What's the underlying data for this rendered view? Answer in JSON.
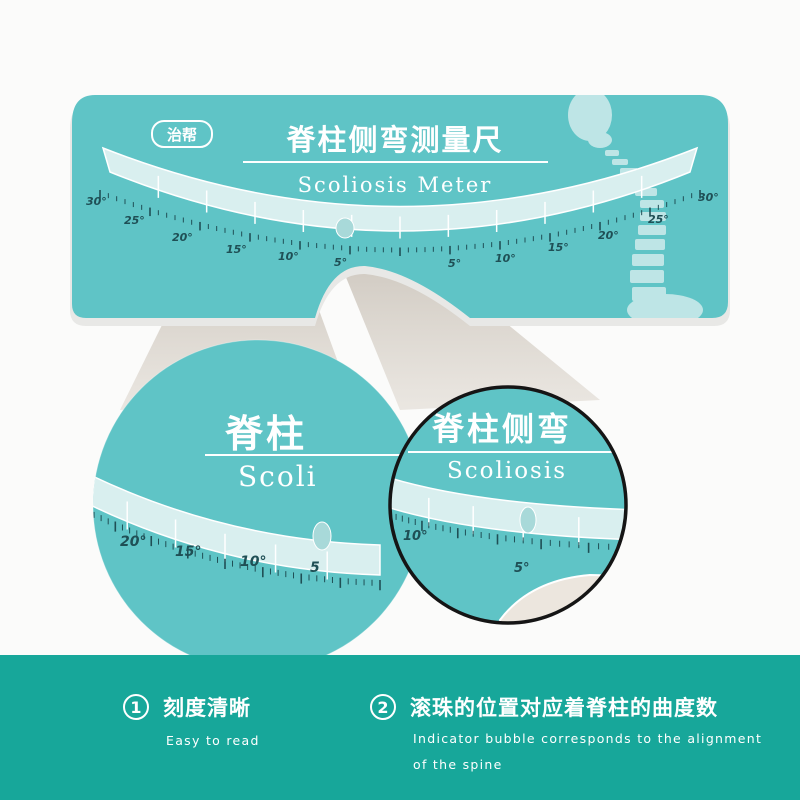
{
  "product": {
    "brand": "治帮",
    "title_zh": "脊柱侧弯测量尺",
    "title_en": "Scoliosis Meter",
    "scale_labels_left": [
      "30°",
      "25°",
      "20°",
      "15°",
      "10°",
      "5°"
    ],
    "scale_labels_right": [
      "5°",
      "10°",
      "15°",
      "20°",
      "25°",
      "30°"
    ]
  },
  "zoom_left": {
    "title_zh": "脊柱",
    "title_en": "Scoli",
    "scale_labels": [
      "20°",
      "15°",
      "10°",
      "5"
    ]
  },
  "zoom_right": {
    "title_zh": "脊柱侧弯",
    "title_en": "Scoliosis",
    "scale_labels": [
      "10°",
      "5°"
    ]
  },
  "features": [
    {
      "number": "1",
      "title_zh": "刻度清晰",
      "title_en": "Easy to read"
    },
    {
      "number": "2",
      "title_zh": "滚珠的位置对应着脊柱的曲度数",
      "title_en": "Indicator bubble corresponds to the alignment of the spine"
    }
  ],
  "colors": {
    "teal": "#5fc4c6",
    "teal_dark": "#3aa3a4",
    "bar": "#17a79a",
    "scale_text": "#1f4f55",
    "beam": "#d8d0c6"
  }
}
